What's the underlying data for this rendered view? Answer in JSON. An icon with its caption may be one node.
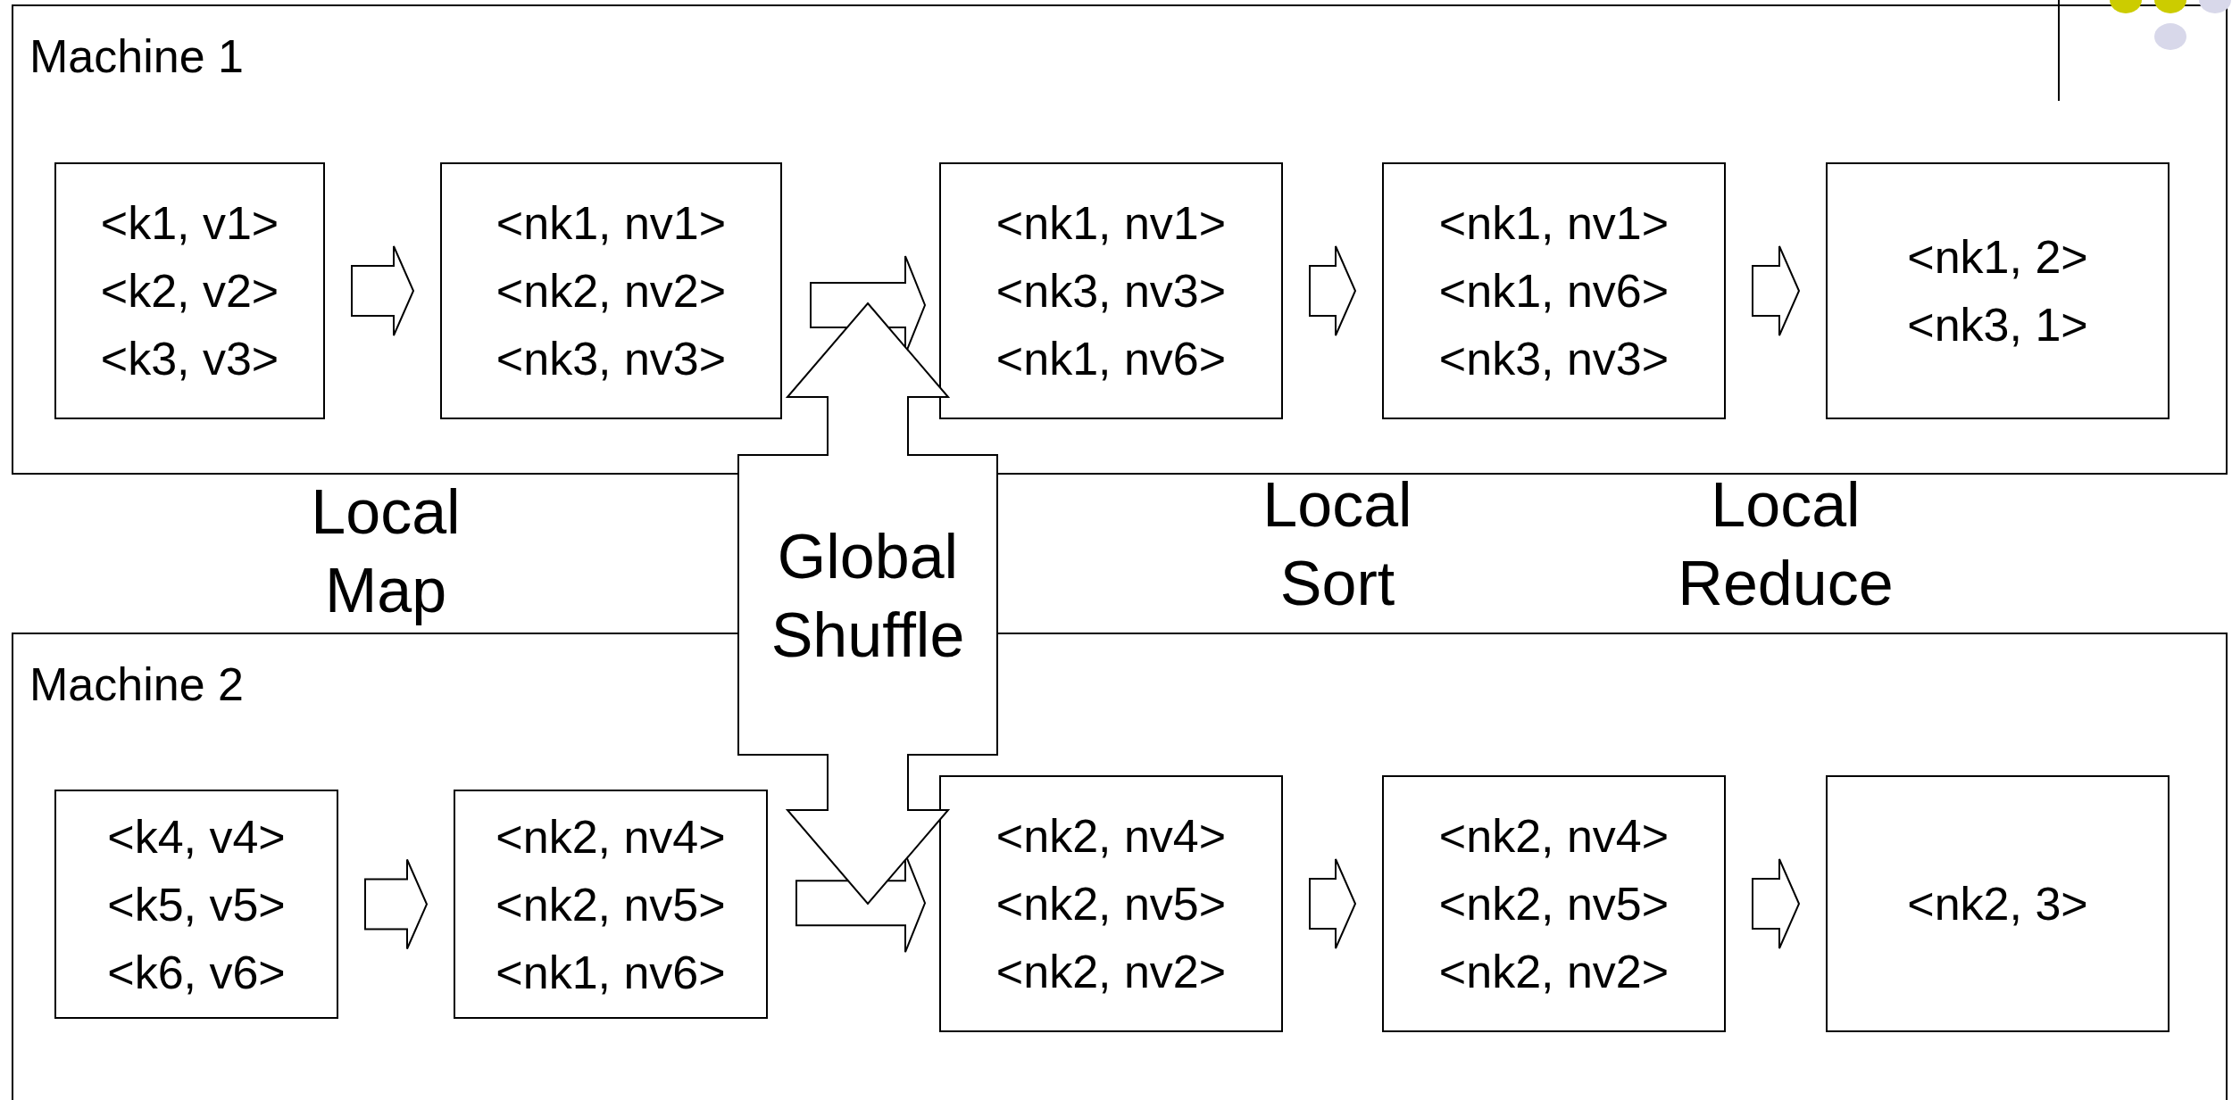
{
  "diagram": {
    "nodes": [
      {
        "text": [
          "Machine 1"
        ]
      },
      {
        "text": [
          "<k1, v1>",
          "<k2, v2>",
          "<k3, v3>"
        ],
        "in": 0
      },
      {
        "text": [
          "<nk1, nv1>",
          "<nk2, nv2>",
          "<nk3, nv3>"
        ],
        "in": 0
      },
      {
        "text": [
          "<nk1, nv1>",
          "<nk3, nv3>",
          "<nk1, nv6>"
        ],
        "in": 0
      },
      {
        "text": [
          "<nk1, nv1>",
          "<nk1, nv6>",
          "<nk3, nv3>"
        ],
        "in": 0
      },
      {
        "text": [
          "<nk1, 2>",
          "<nk3, 1>"
        ],
        "in": 0
      },
      {
        "text": [
          "Machine 2"
        ]
      },
      {
        "text": [
          "<k4, v4>",
          "<k5, v5>",
          "<k6, v6>"
        ],
        "in": 6
      },
      {
        "text": [
          "<nk2, nv4>",
          "<nk2, nv5>",
          "<nk1, nv6>"
        ],
        "in": 6
      },
      {
        "text": [
          "<nk2, nv4>",
          "<nk2, nv5>",
          "<nk2, nv2>"
        ],
        "in": 6
      },
      {
        "text": [
          "<nk2, nv4>",
          "<nk2, nv5>",
          "<nk2, nv2>"
        ],
        "in": 6
      },
      {
        "text": [
          "<nk2, 3>"
        ],
        "in": 6
      },
      {
        "text": [
          "Global Shuffle"
        ]
      }
    ],
    "edges": [
      {
        "from": 1,
        "to": 2,
        "arrow": "to"
      },
      {
        "from": 2,
        "to": 3,
        "arrow": "to"
      },
      {
        "from": 3,
        "to": 4,
        "arrow": "to"
      },
      {
        "from": 4,
        "to": 5,
        "arrow": "to"
      },
      {
        "from": 7,
        "to": 8,
        "arrow": "to"
      },
      {
        "from": 8,
        "to": 9,
        "arrow": "to"
      },
      {
        "from": 9,
        "to": 10,
        "arrow": "to"
      },
      {
        "from": 10,
        "to": 11,
        "arrow": "to"
      }
    ],
    "labels": [
      "Local Map",
      "Local Sort",
      "Local Reduce"
    ]
  }
}
